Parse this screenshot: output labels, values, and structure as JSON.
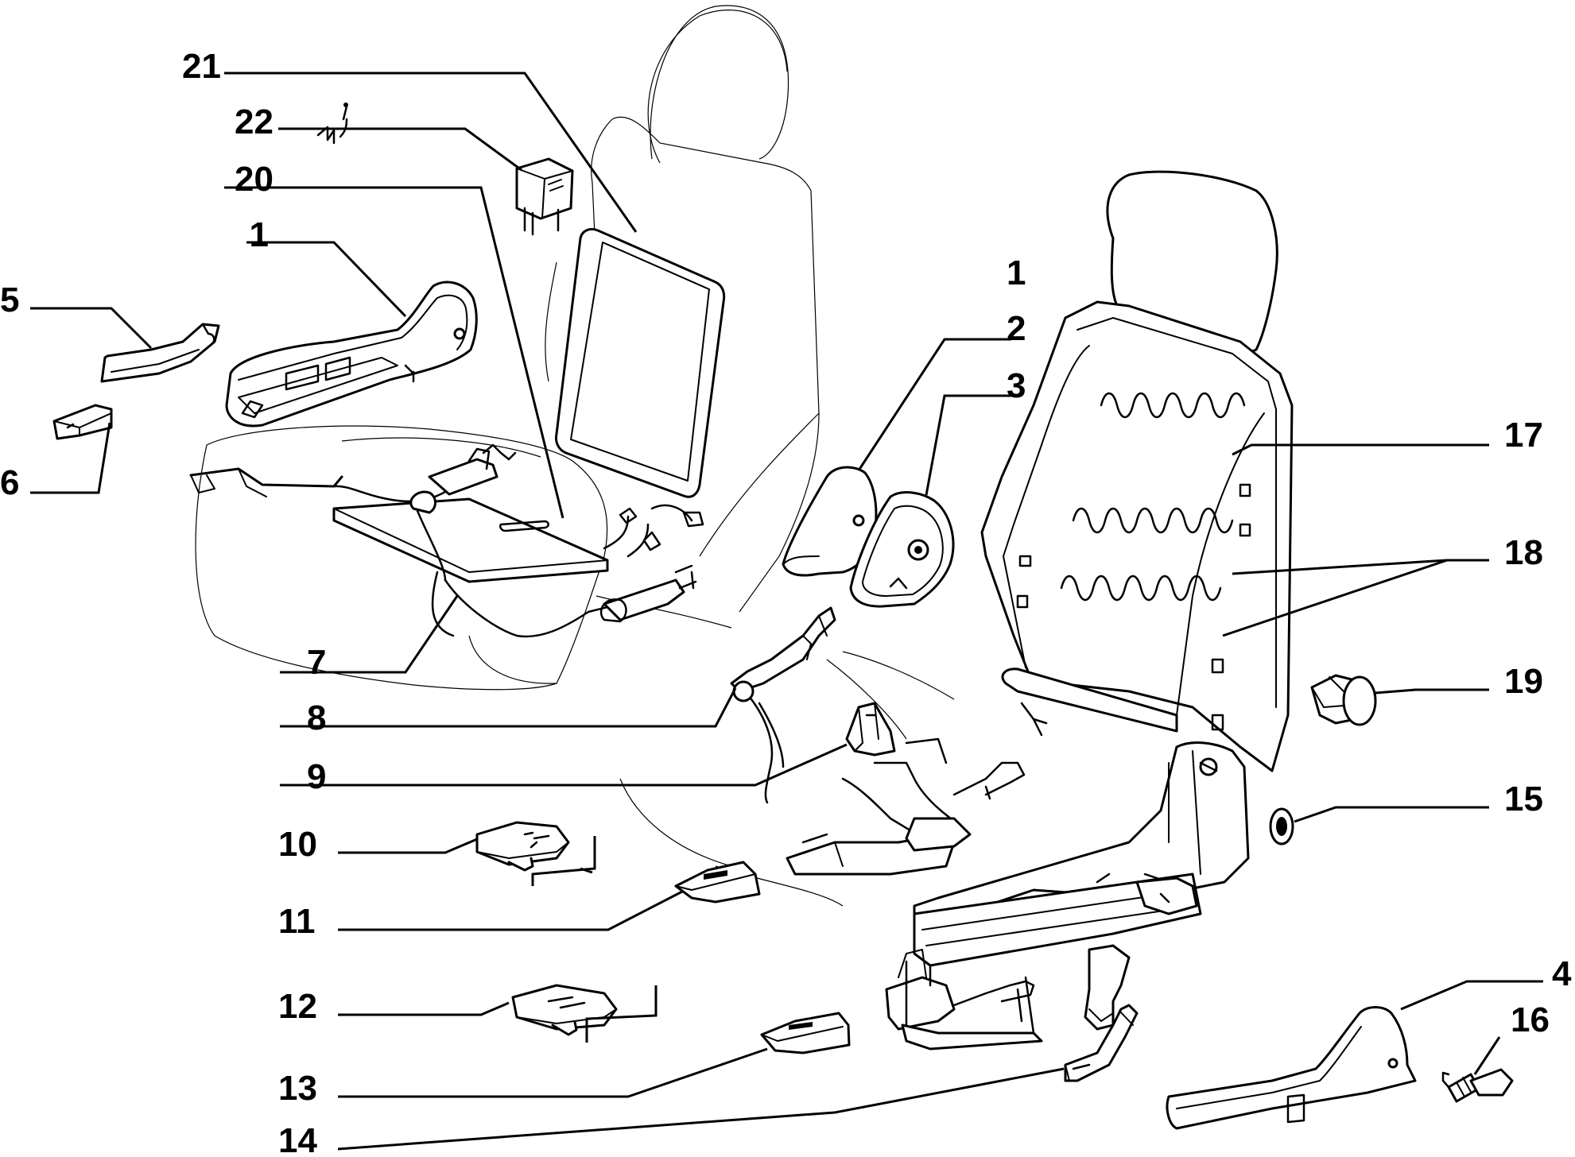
{
  "callouts": {
    "c21": "21",
    "c22": "22",
    "c20": "20",
    "c1_left": "1",
    "c5": "5",
    "c6": "6",
    "c7": "7",
    "c8": "8",
    "c9": "9",
    "c10": "10",
    "c11": "11",
    "c12": "12",
    "c13": "13",
    "c14": "14",
    "c1_right": "1",
    "c2": "2",
    "c3": "3",
    "c17": "17",
    "c18": "18",
    "c19": "19",
    "c15": "15",
    "c4": "4",
    "c16": "16"
  }
}
